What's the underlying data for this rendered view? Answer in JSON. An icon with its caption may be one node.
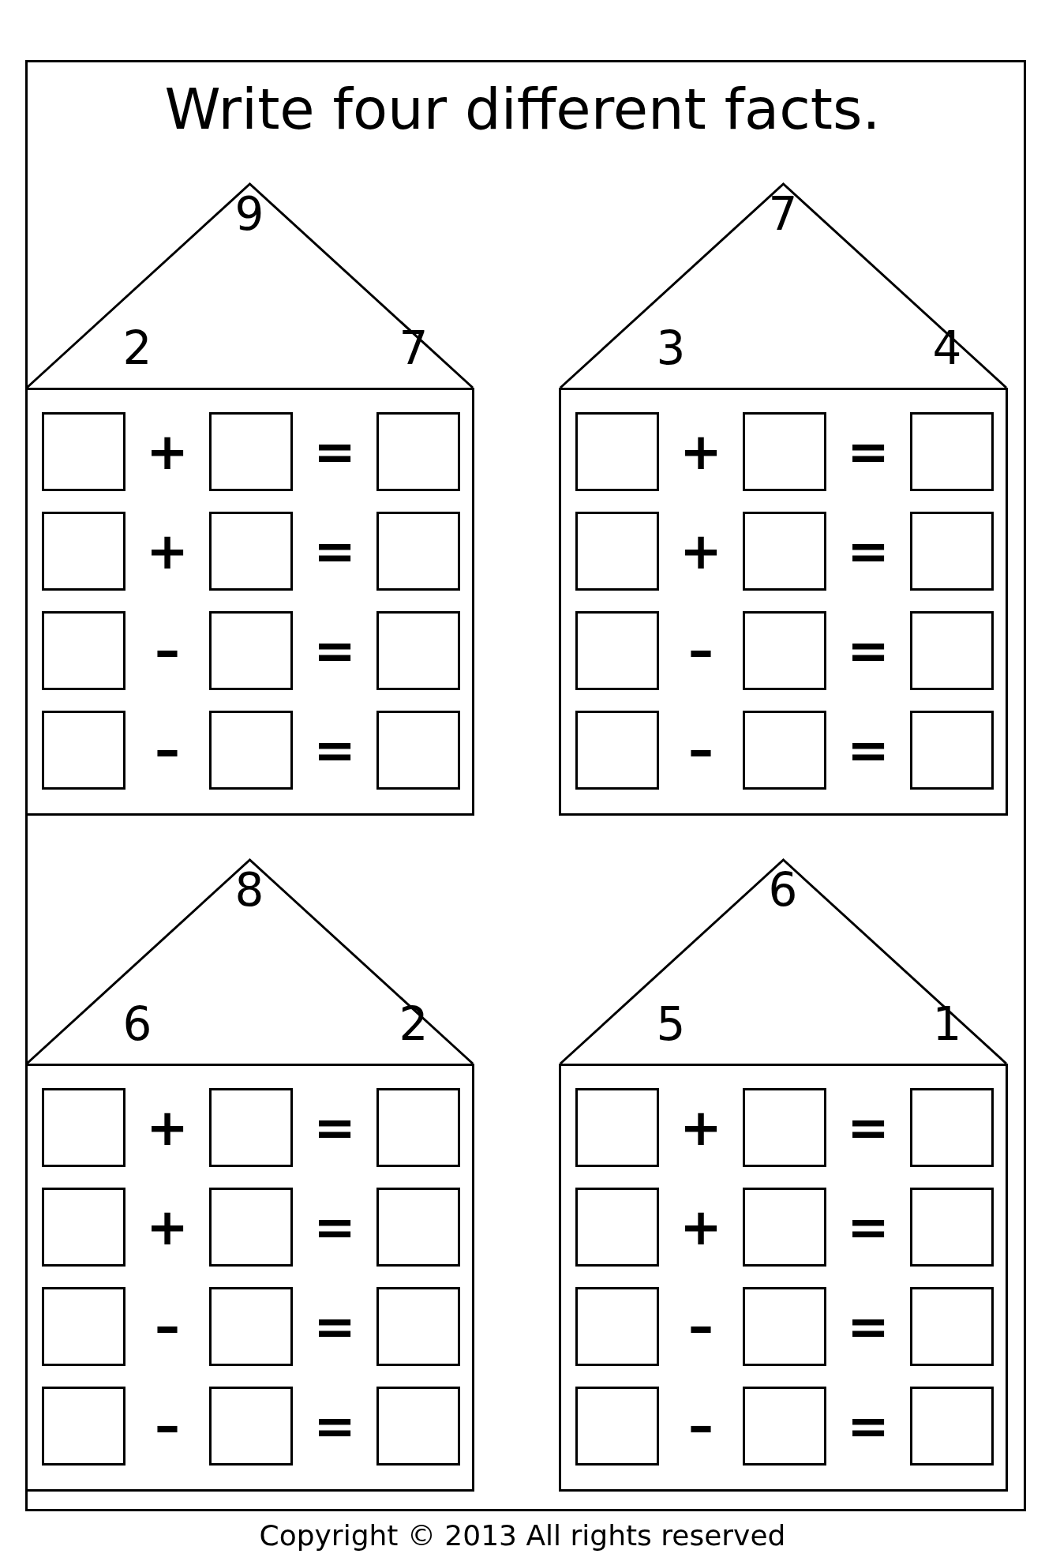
{
  "diagram": {
    "title": "Write four different facts.",
    "nodes": [
      {
        "text": [
          "9",
          "2",
          "7"
        ]
      },
      {
        "text": [
          "+",
          "=",
          "+",
          "=",
          "–",
          "=",
          "–",
          "="
        ]
      },
      {
        "text": [
          "7",
          "3",
          "4"
        ]
      },
      {
        "text": [
          "+",
          "=",
          "+",
          "=",
          "–",
          "=",
          "–",
          "="
        ]
      },
      {
        "text": [
          "8",
          "6",
          "2"
        ]
      },
      {
        "text": [
          "+",
          "=",
          "+",
          "=",
          "–",
          "=",
          "–",
          "="
        ]
      },
      {
        "text": [
          "6",
          "5",
          "1"
        ]
      },
      {
        "text": [
          "+",
          "=",
          "+",
          "=",
          "–",
          "=",
          "–",
          "="
        ]
      }
    ],
    "labels": [
      "Copyright © 2013 All rights reserved"
    ]
  }
}
